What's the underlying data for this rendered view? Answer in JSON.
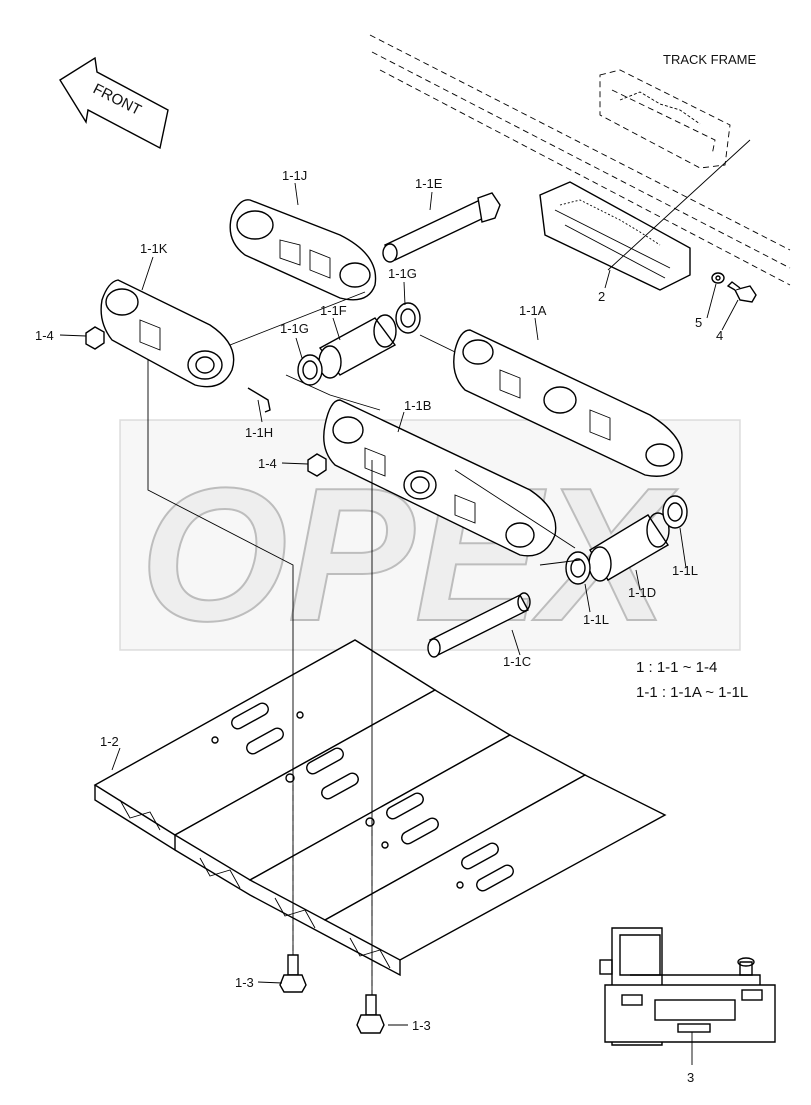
{
  "watermark": "OPEX",
  "front_arrow": "FRONT",
  "track_frame_label": "TRACK FRAME",
  "labels": {
    "p1_1j": "1-1J",
    "p1_1e": "1-1E",
    "p1_1k": "1-1K",
    "p1_1g_top": "1-1G",
    "p1_1f": "1-1F",
    "p1_1a": "1-1A",
    "p1_1g": "1-1G",
    "p1_4_left": "1-4",
    "p1_1h": "1-1H",
    "p1_1b": "1-1B",
    "p1_4_mid": "1-4",
    "p1_1l_right": "1-1L",
    "p1_1d": "1-1D",
    "p1_1l_left": "1-1L",
    "p1_1c": "1-1C",
    "p1_2": "1-2",
    "p1_3_left": "1-3",
    "p1_3_bottom": "1-3",
    "p2": "2",
    "p4": "4",
    "p5": "5",
    "p3": "3"
  },
  "legend": {
    "line1": "1 : 1-1 ~ 1-4",
    "line2": "1-1 : 1-1A ~ 1-1L"
  }
}
